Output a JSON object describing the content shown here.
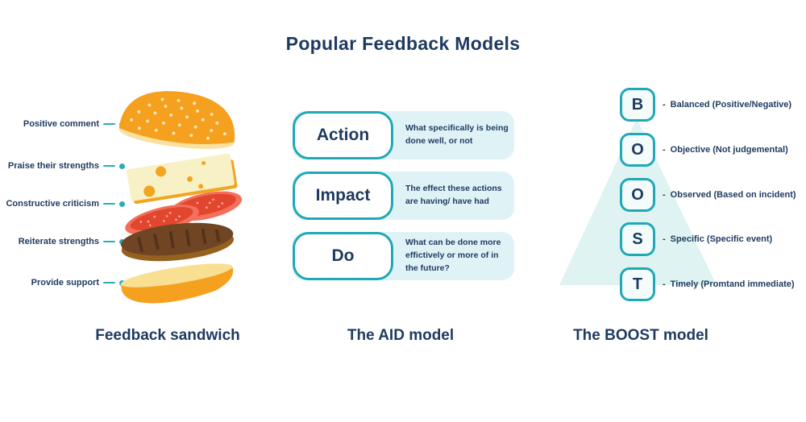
{
  "title": "Popular Feedback Models",
  "colors": {
    "navy": "#1E3A5F",
    "teal": "#1FA9B6",
    "leader_teal": "#2AACB9",
    "pale_teal_row": "#DFF3F7",
    "triangle_teal": "#DFF3F3",
    "bun_orange": "#F5A01E",
    "bun_cream": "#F8DF92",
    "cheese_yellow": "#F9F1C6",
    "tomato_red": "#E2462E",
    "tomato_rim": "#F3705C",
    "patty_brown": "#6F4524"
  },
  "sandwich": {
    "section_title": "Feedback sandwich",
    "labels": [
      "Positive comment",
      "Praise their strengths",
      "Constructive criticism",
      "Reiterate strengths",
      "Provide support"
    ],
    "layers": [
      "top-bun",
      "cheese",
      "tomato-slices",
      "patty",
      "bottom-bun"
    ]
  },
  "aid": {
    "section_title": "The AID model",
    "rows": [
      {
        "label": "Action",
        "description": "What specifically is being done well, or not"
      },
      {
        "label": "Impact",
        "description": "The effect these actions are having/ have had"
      },
      {
        "label": "Do",
        "description": "What can be done more effictively or more of in the future?"
      }
    ]
  },
  "boost": {
    "section_title": "The BOOST model",
    "rows": [
      {
        "letter": "B",
        "bullet": "-",
        "term": "Balanced",
        "detail": "(Positive/Negative)"
      },
      {
        "letter": "O",
        "bullet": "-",
        "term": "Objective",
        "detail": "(Not judgemental)"
      },
      {
        "letter": "O",
        "bullet": "-",
        "term": "Observed",
        "detail": "(Based on incident)"
      },
      {
        "letter": "S",
        "bullet": "-",
        "term": "Specific",
        "detail": "(Specific event)"
      },
      {
        "letter": "T",
        "bullet": "-",
        "term": "Timely",
        "detail": "(Promtand immediate)"
      }
    ]
  }
}
